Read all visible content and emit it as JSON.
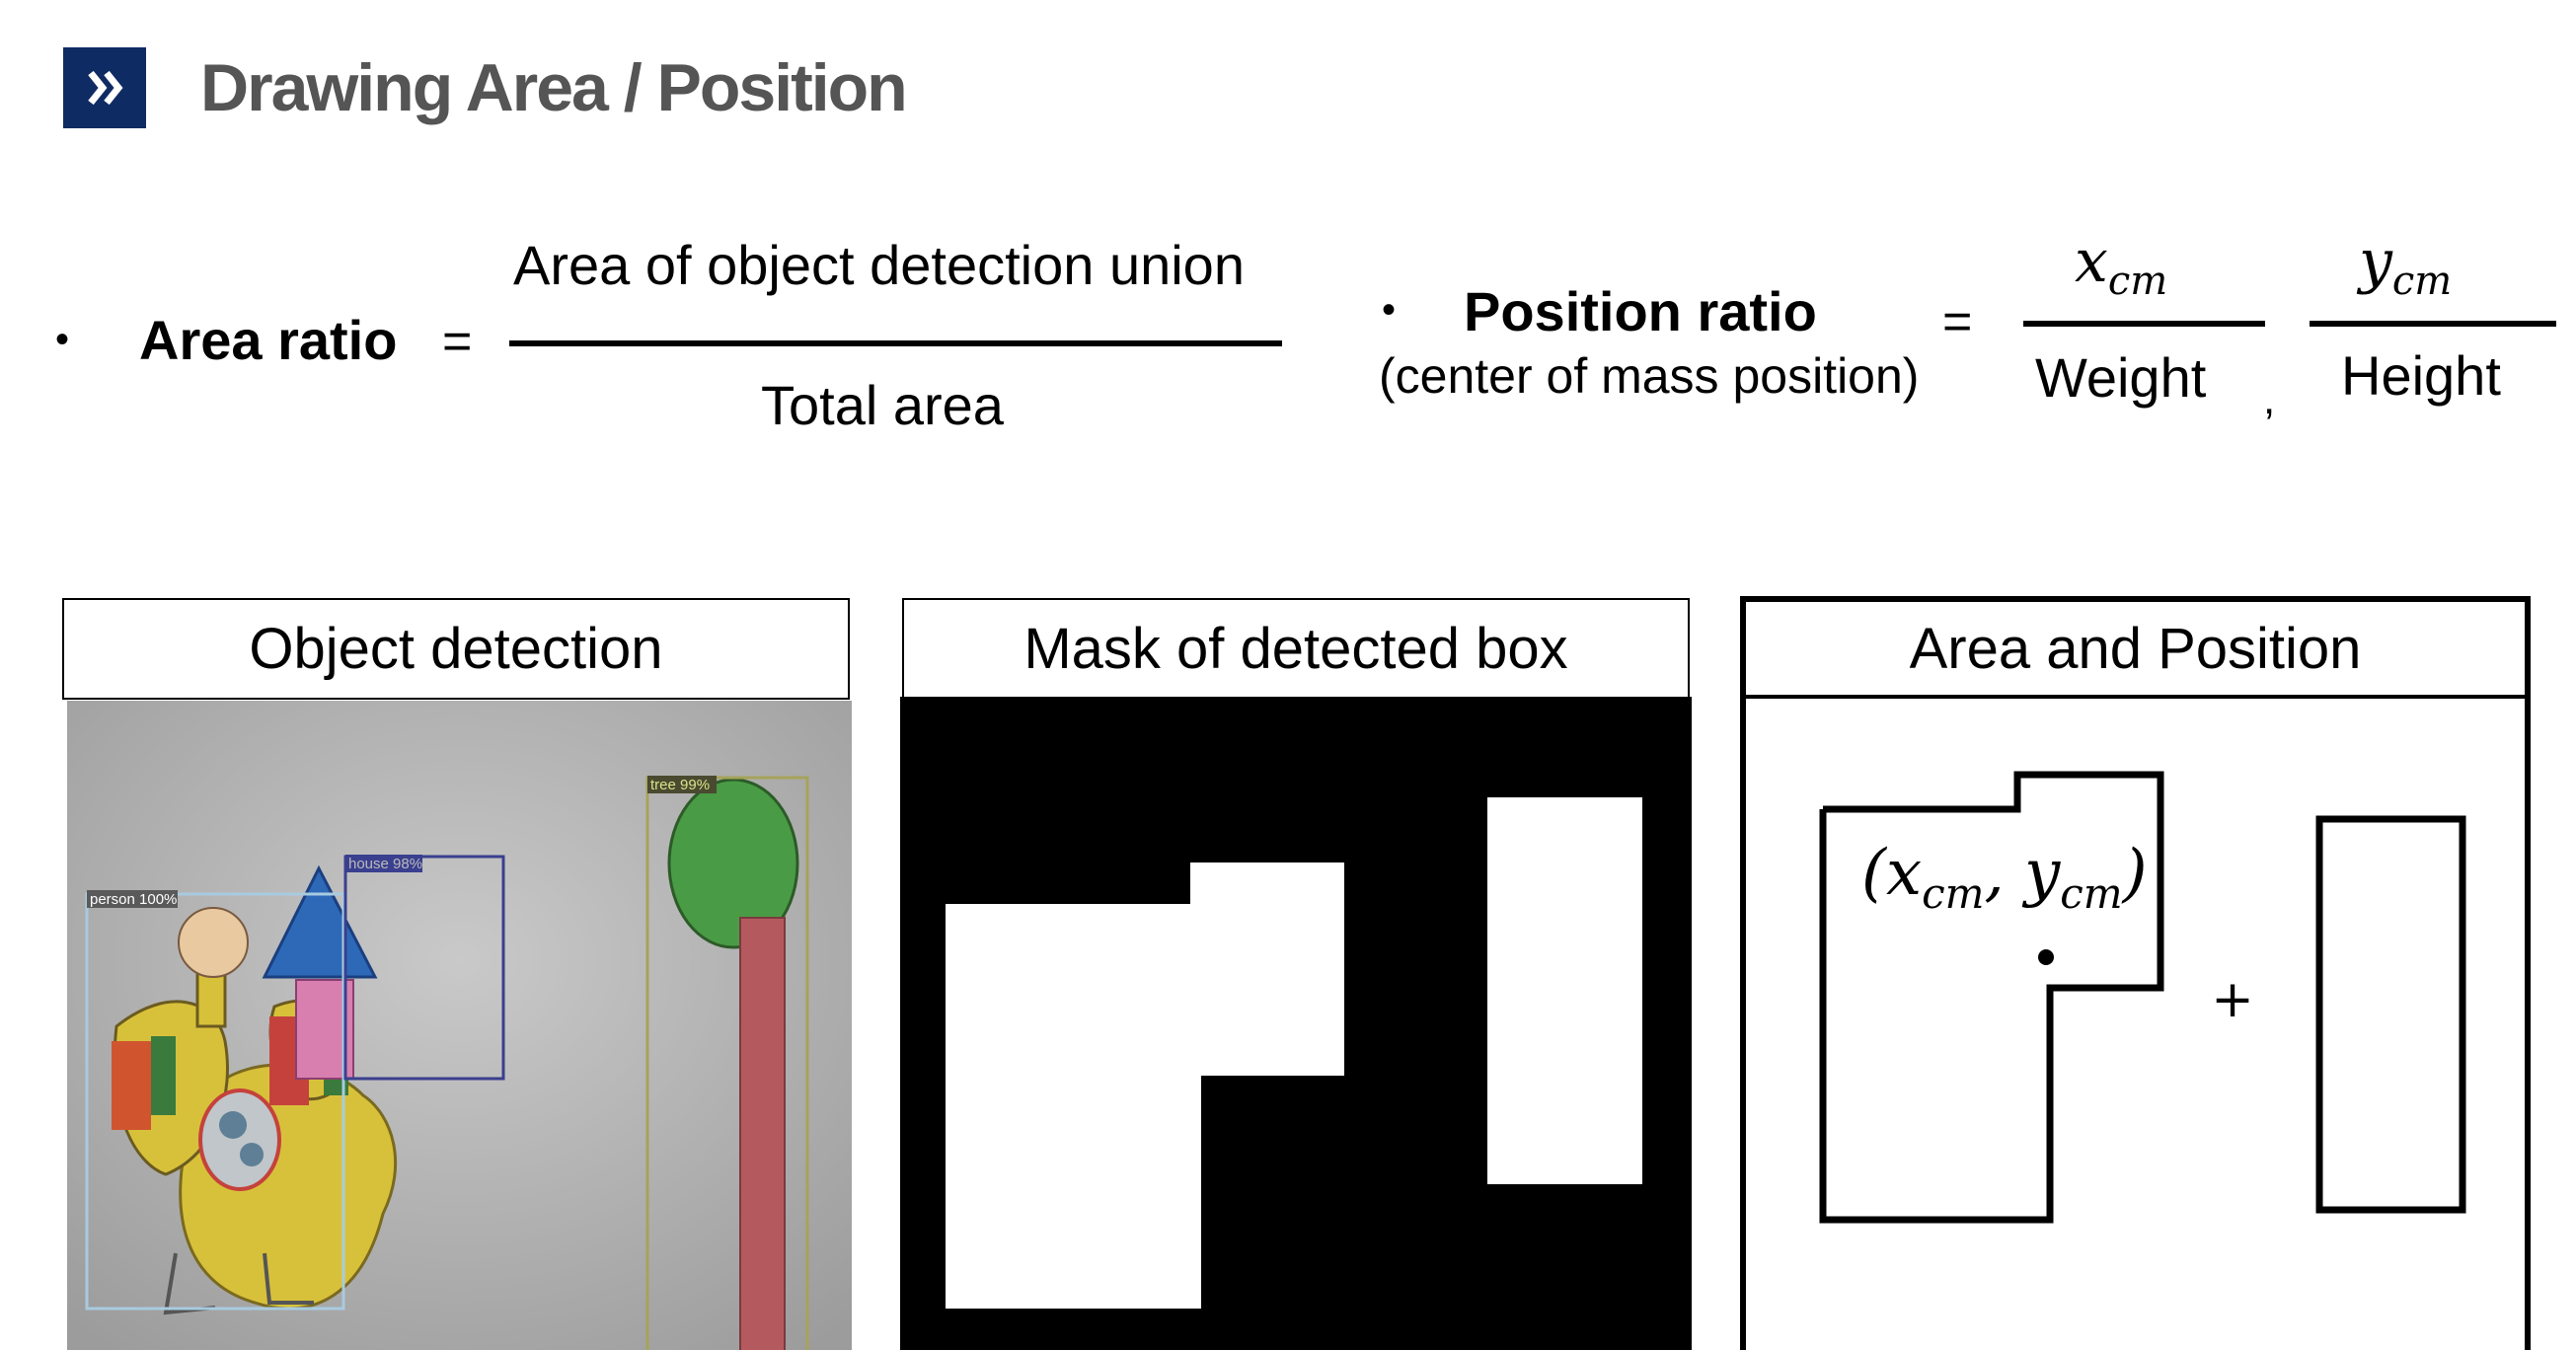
{
  "slide": {
    "title": "Drawing Area / Position",
    "title_badge_icon": "double-chevron-right-icon",
    "accent_color": "#0f2b63",
    "title_color": "#555555"
  },
  "formulas": {
    "area": {
      "bullet": "•",
      "label": "Area ratio",
      "equals": "=",
      "numerator": "Area of object detection union",
      "denominator": "Total area"
    },
    "position": {
      "bullet": "•",
      "label": "Position ratio",
      "sublabel": "(center of mass position)",
      "equals": "=",
      "numerator_x": "x",
      "numerator_x_sub": "cm",
      "denominator_x": "Weight",
      "comma": ",",
      "numerator_y": "y",
      "numerator_y_sub": "cm",
      "denominator_y": "Height"
    }
  },
  "panels": [
    {
      "title": "Object detection",
      "detections": [
        {
          "label": "person 100%",
          "color": "#a8cbe0"
        },
        {
          "label": "house 98%",
          "color": "#3a3f8f"
        },
        {
          "label": "tree 99%",
          "color": "#a6a35a"
        }
      ]
    },
    {
      "title": "Mask of detected box"
    },
    {
      "title": "Area and Position",
      "centroid_label": "(x, y)",
      "centroid_x": "x",
      "centroid_x_sub": "cm",
      "centroid_sep": ",",
      "centroid_y": "y",
      "centroid_y_sub": "cm",
      "plus": "+"
    }
  ]
}
